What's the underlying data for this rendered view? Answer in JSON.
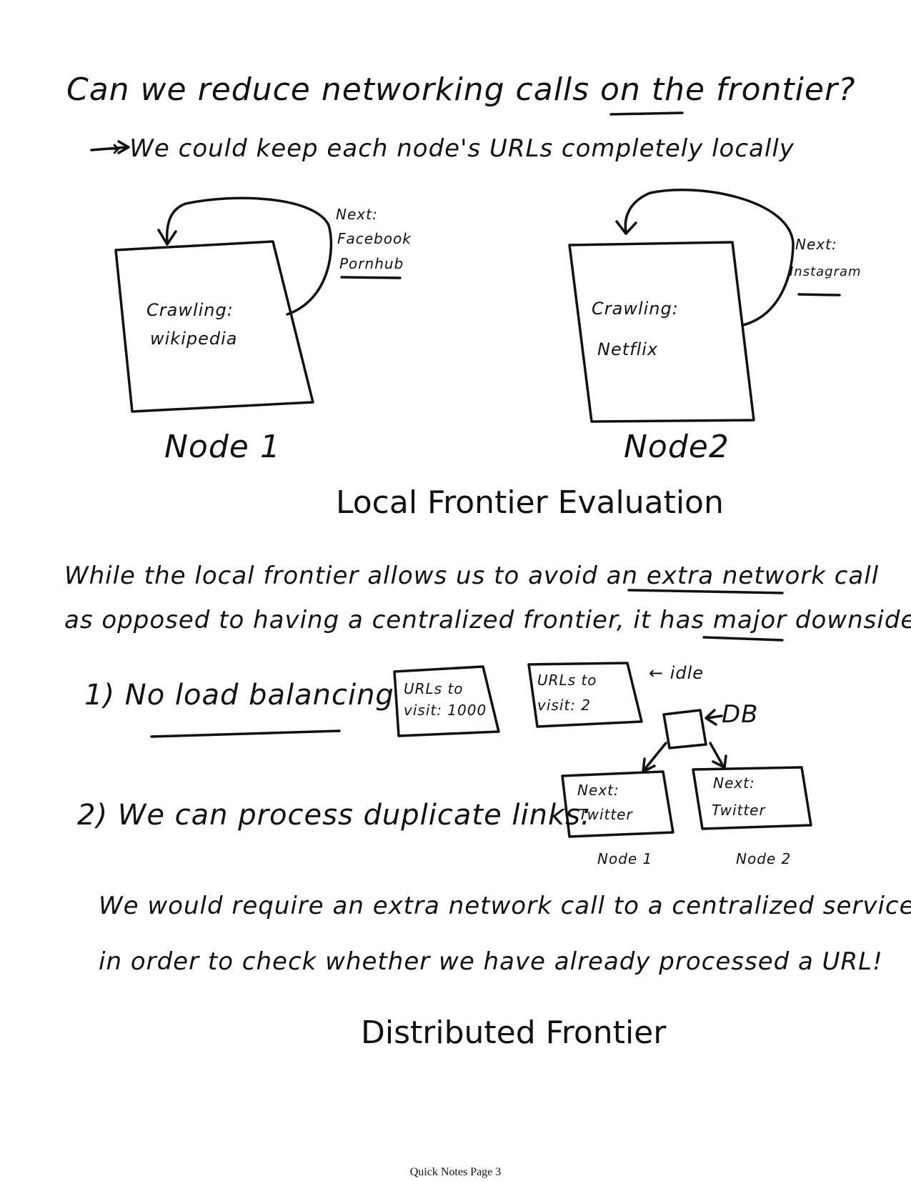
{
  "heading_question": "Can we reduce networking calls on the frontier?",
  "subpoint": "→ We could keep each node's URLs completely locally",
  "node1": {
    "crawling_label": "Crawling:",
    "crawling_site": "wikipedia",
    "next_label": "Next:",
    "next_items": [
      "Facebook",
      "Pornhub"
    ],
    "caption": "Node 1"
  },
  "node2": {
    "crawling_label": "Crawling:",
    "crawling_site": "Netflix",
    "next_label": "Next:",
    "next_items": [
      "Instagram"
    ],
    "caption": "Node2"
  },
  "section_local": "Local Frontier Evaluation",
  "paragraph_line1": "While the local frontier allows us to avoid an extra network call",
  "paragraph_line2": "as opposed to having a centralized frontier, it has major downsides!",
  "point1": "1) No load balancing",
  "box_a": {
    "line1": "URLs to",
    "line2": "visit: 1000"
  },
  "box_b": {
    "line1": "URLs to",
    "line2": "visit: 2"
  },
  "idle_note": "← idle",
  "db_label": "DB",
  "point2": "2) We can process duplicate links:",
  "dup_box1": {
    "line1": "Next:",
    "line2": "Twitter",
    "caption": "Node 1"
  },
  "dup_box2": {
    "line1": "Next:",
    "line2": "Twitter",
    "caption": "Node 2"
  },
  "conclusion_line1": "We would require an extra network call to a centralized service",
  "conclusion_line2": "in order to check whether we have already processed a URL!",
  "section_distributed": "Distributed Frontier",
  "footer": "Quick Notes Page 3"
}
